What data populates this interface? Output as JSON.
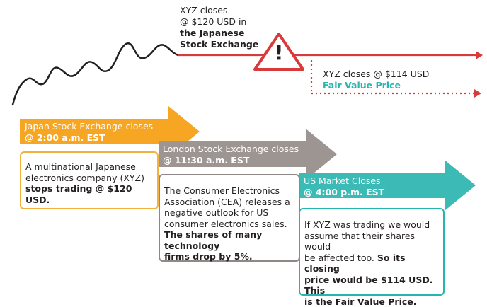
{
  "top": {
    "jp_close_line1": "XYZ closes",
    "jp_close_line2": "@ $120 USD in",
    "jp_close_line3": "the Japanese",
    "jp_close_line4": "Stock Exchange",
    "fv_line1": "XYZ closes @ $114 USD",
    "fv_line2": "Fair Value Price",
    "warning_symbol": "!"
  },
  "steps": [
    {
      "title": "Japan Stock Exchange closes",
      "time": "@ 2:00 a.m. EST",
      "body_lines": [
        "A multinational Japanese",
        "electronics company (XYZ)"
      ],
      "body_bold_lines": [
        "stops trading @ $120 USD."
      ]
    },
    {
      "title": "London Stock Exchange closes",
      "time": "@ 11:30 a.m. EST",
      "body_lines": [
        "The Consumer Electronics",
        "Association (CEA) releases a",
        "negative outlook for US",
        "consumer electronics sales."
      ],
      "body_bold_lines": [
        "The shares of many technology",
        "firms drop by 5%."
      ]
    },
    {
      "title": "US Market Closes",
      "time": "@ 4:00 p.m. EST",
      "body_lines": [
        "If XYZ was trading we would",
        "assume that their shares would",
        "be affected too."
      ],
      "body_bold_lines": [
        "So its closing",
        "price would be $114 USD. This",
        "is the Fair Value Price."
      ]
    }
  ],
  "colors": {
    "dark": "#231f20",
    "red": "#d83a3c",
    "teal": "#27b5b0",
    "orange": "#f6a623",
    "orange_box": "#f4b13b",
    "gray": "#9c9591",
    "gray_box": "#8f8884",
    "teal_arrow": "#3cbab5"
  }
}
